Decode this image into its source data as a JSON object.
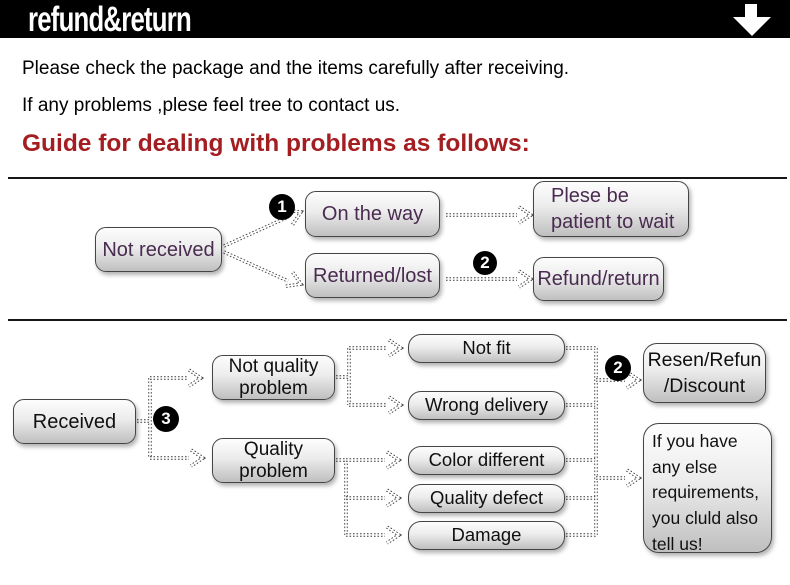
{
  "header": {
    "title": "refund&return",
    "arrow_icon": "down-arrow"
  },
  "intro": {
    "line1": "Please check the package and the items carefully after receiving.",
    "line2": "If any problems ,plese feel tree to contact us."
  },
  "guide_heading": "Guide for dealing with problems as follows:",
  "colors": {
    "header_bg": "#000000",
    "heading_red": "#a41d21",
    "flow1_text_purple": "#4a2b50",
    "flow2_text_black": "#101010",
    "node_fill_top": "#fdfdfd",
    "node_fill_bottom": "#bfbfbf",
    "badge_bg": "#000000",
    "badge_text": "#ffffff"
  },
  "flow1": {
    "badge_on_the_way": "1",
    "badge_refund": "2",
    "nodes": {
      "not_received": "Not received",
      "on_the_way": "On the way",
      "returned_lost": "Returned/lost",
      "be_patient": "Plese be\npatient to wait",
      "refund_return": "Refund/return"
    }
  },
  "flow2": {
    "badge_received": "3",
    "badge_resolution": "2",
    "nodes": {
      "received": "Received",
      "not_quality_problem": "Not quality\nproblem",
      "quality_problem": "Quality\nproblem",
      "not_fit": "Not fit",
      "wrong_delivery": "Wrong delivery",
      "color_different": "Color different",
      "quality_defect": "Quality defect",
      "damage": "Damage",
      "resolution": "Resen/Refun\n/Discount",
      "requirements": "If you have\nany else\nrequirements,\nyou cluld also\ntell us!"
    }
  }
}
